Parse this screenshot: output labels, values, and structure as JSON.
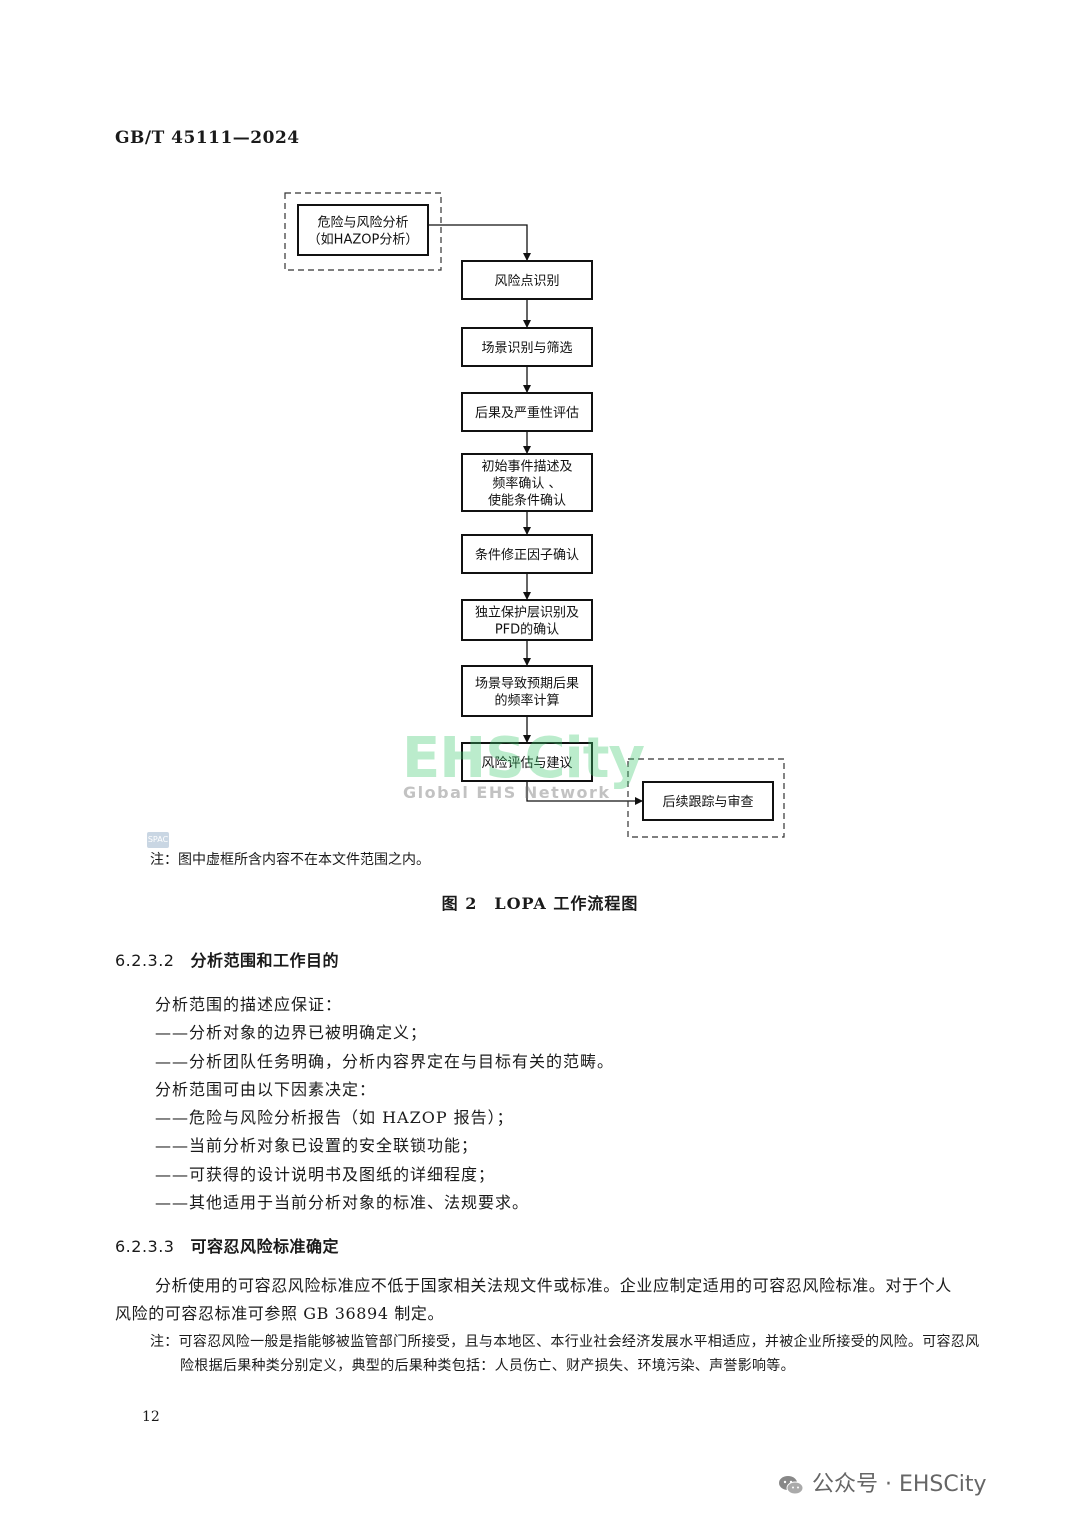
{
  "header": {
    "standard_code": "GB/T 45111—2024"
  },
  "flowchart": {
    "external_start": "危险与风险分析|（如HAZOP分析）",
    "steps": [
      "风险点识别",
      "场景识别与筛选",
      "后果及严重性评估",
      "初始事件描述及|频率确认 、|使能条件确认",
      "条件修正因子确认",
      "独立保护层识别及|PFD的确认",
      "场景导致预期后果|的频率计算",
      "风险评估与建议"
    ],
    "external_end": "后续跟踪与审查"
  },
  "watermark": {
    "main": "EHSCity",
    "sub": "Global EHS Network",
    "seal": "SPAC"
  },
  "figure": {
    "note": "注：图中虚框所含内容不在本文件范围之内。",
    "caption": "图 2　LOPA 工作流程图"
  },
  "section_6232": {
    "number": "6.2.3.2",
    "title": "分析范围和工作目的",
    "lines": [
      "分析范围的描述应保证：",
      "——分析对象的边界已被明确定义；",
      "——分析团队任务明确，分析内容界定在与目标有关的范畴。",
      "分析范围可由以下因素决定：",
      "——危险与风险分析报告（如 HAZOP 报告）；",
      "——当前分析对象已设置的安全联锁功能；",
      "——可获得的设计说明书及图纸的详细程度；",
      "——其他适用于当前分析对象的标准、法规要求。"
    ]
  },
  "section_6233": {
    "number": "6.2.3.3",
    "title": "可容忍风险标准确定",
    "paragraph": "分析使用的可容忍风险标准应不低于国家相关法规文件或标准。企业应制定适用的可容忍风险标准。对于个人风险的可容忍标准可参照 GB 36894 制定。",
    "note": "注：可容忍风险一般是指能够被监管部门所接受，且与本地区、本行业社会经济发展水平相适应，并被企业所接受的风险。可容忍风险根据后果种类分别定义，典型的后果种类包括：人员伤亡、财产损失、环境污染、声誉影响等。"
  },
  "page_number": "12",
  "footer": {
    "brand": "公众号 · EHSCity",
    "icon": "wechat-icon"
  }
}
